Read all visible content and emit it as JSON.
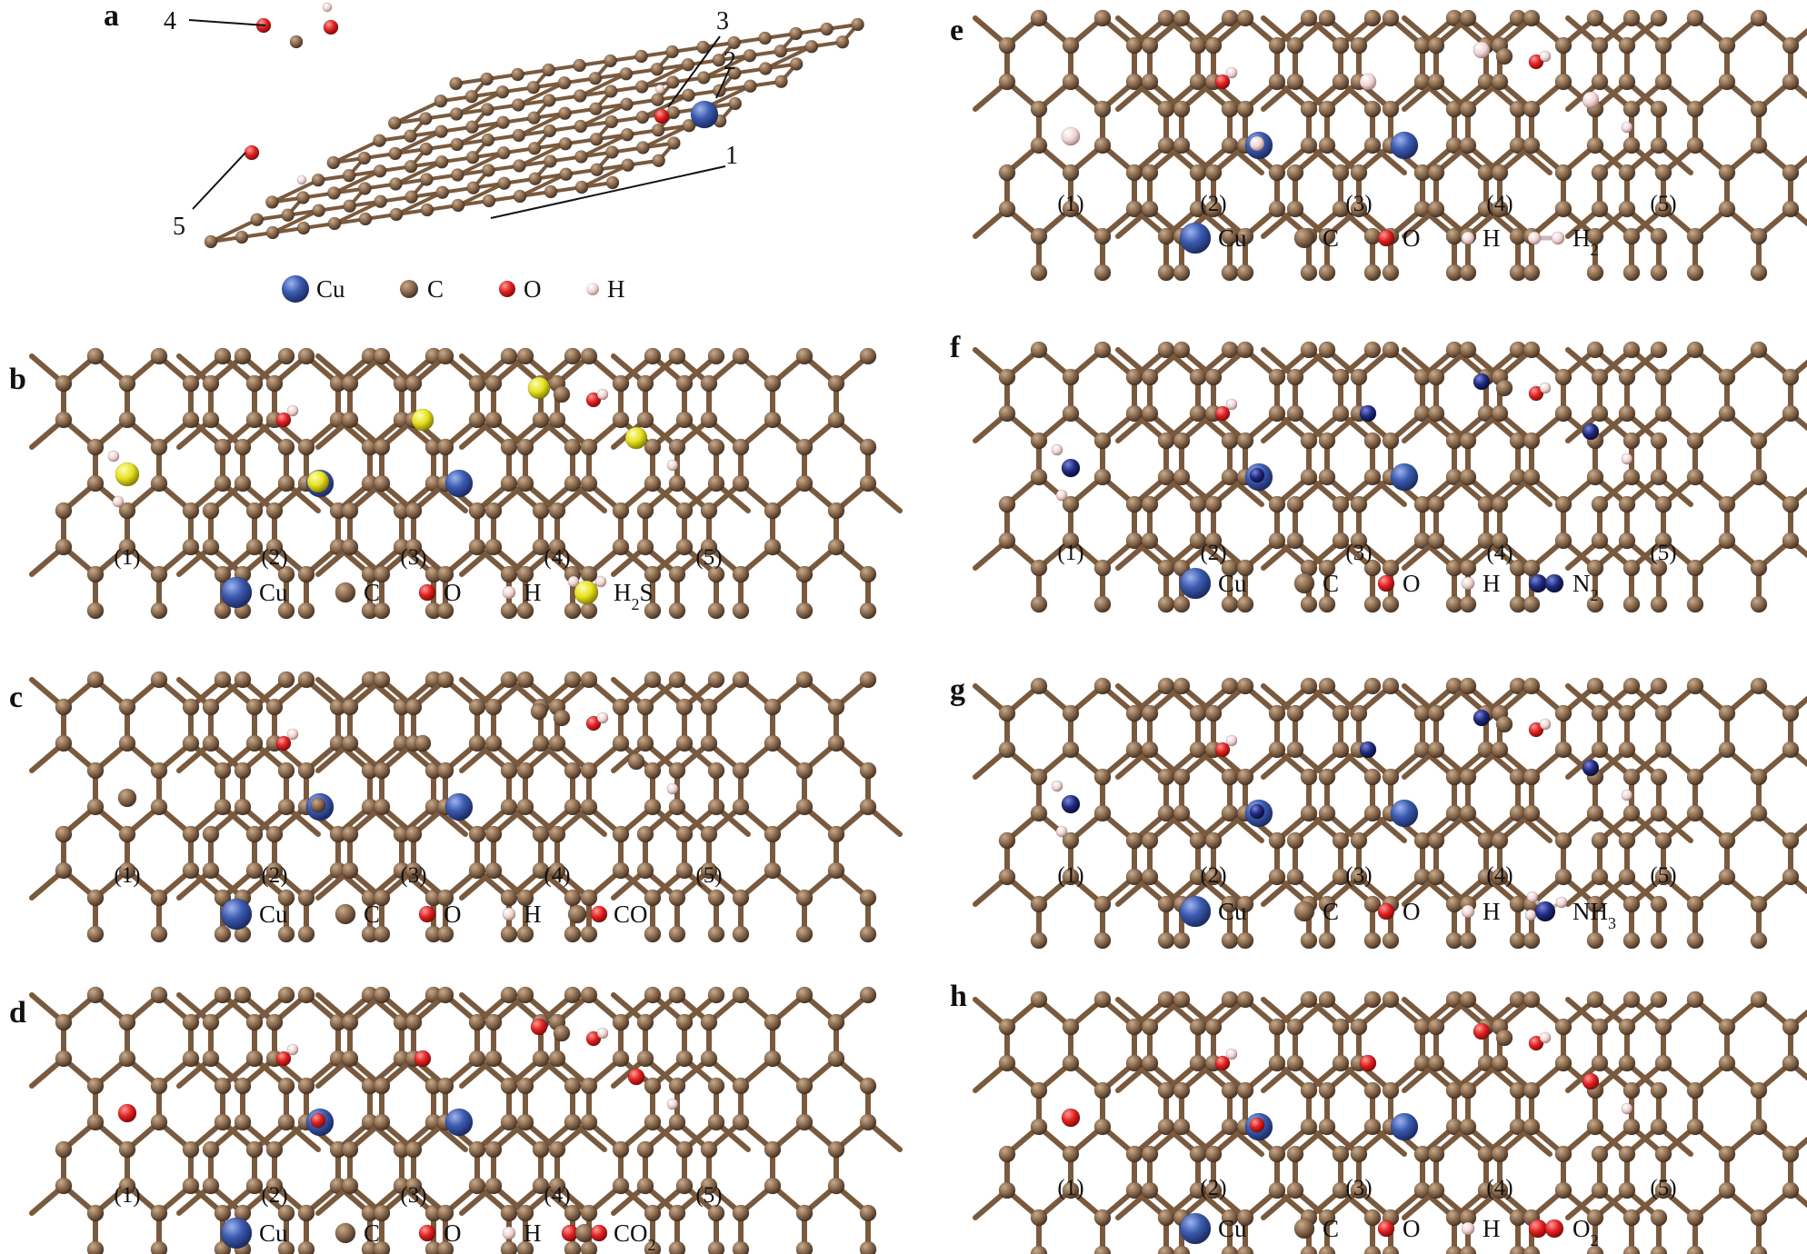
{
  "legend_symbols": {
    "Cu": "Cu",
    "C": "C",
    "O": "O",
    "H": "H"
  },
  "molecules": {
    "a": null,
    "b": "H2S",
    "c": "CO",
    "d": "CO2",
    "e": "H2",
    "f": "N2",
    "g": "NH3",
    "h": "O2"
  },
  "site_numbers": [
    "1",
    "2",
    "3",
    "4",
    "5"
  ],
  "colors": {
    "C": "#8a6a4e",
    "Cu": "#3c5bb0",
    "O": "#e02020",
    "H": "#f0d4d4",
    "S": "#e8e020",
    "N": "#202a80",
    "bond": "#7a5a3e"
  },
  "panels": [
    {
      "label": "a",
      "legend": [
        "Cu",
        "C",
        "O",
        "H"
      ]
    },
    {
      "label": "b",
      "sites": [
        "(1)",
        "(2)",
        "(3)",
        "(4)",
        "(5)"
      ],
      "legend": [
        "Cu",
        "C",
        "O",
        "H"
      ],
      "molecule": {
        "prefix": "H",
        "sub": "2",
        "suffix": "S"
      }
    },
    {
      "label": "c",
      "sites": [
        "(1)",
        "(2)",
        "(3)",
        "(4)",
        "(5)"
      ],
      "legend": [
        "Cu",
        "C",
        "O",
        "H"
      ],
      "molecule": {
        "prefix": "CO",
        "sub": "",
        "suffix": ""
      }
    },
    {
      "label": "d",
      "sites": [
        "(1)",
        "(2)",
        "(3)",
        "(4)",
        "(5)"
      ],
      "legend": [
        "Cu",
        "C",
        "O",
        "H"
      ],
      "molecule": {
        "prefix": "CO",
        "sub": "2",
        "suffix": ""
      }
    },
    {
      "label": "e",
      "sites": [
        "(1)",
        "(2)",
        "(3)",
        "(4)",
        "(5)"
      ],
      "legend": [
        "Cu",
        "C",
        "O",
        "H"
      ],
      "molecule": {
        "prefix": "H",
        "sub": "2",
        "suffix": ""
      }
    },
    {
      "label": "f",
      "sites": [
        "(1)",
        "(2)",
        "(3)",
        "(4)",
        "(5)"
      ],
      "legend": [
        "Cu",
        "C",
        "O",
        "H"
      ],
      "molecule": {
        "prefix": "N",
        "sub": "2",
        "suffix": ""
      }
    },
    {
      "label": "g",
      "sites": [
        "(1)",
        "(2)",
        "(3)",
        "(4)",
        "(5)"
      ],
      "legend": [
        "Cu",
        "C",
        "O",
        "H"
      ],
      "molecule": {
        "prefix": "NH",
        "sub": "3",
        "suffix": ""
      }
    },
    {
      "label": "h",
      "sites": [
        "(1)",
        "(2)",
        "(3)",
        "(4)",
        "(5)"
      ],
      "legend": [
        "Cu",
        "C",
        "O",
        "H"
      ],
      "molecule": {
        "prefix": "O",
        "sub": "2",
        "suffix": ""
      }
    }
  ]
}
